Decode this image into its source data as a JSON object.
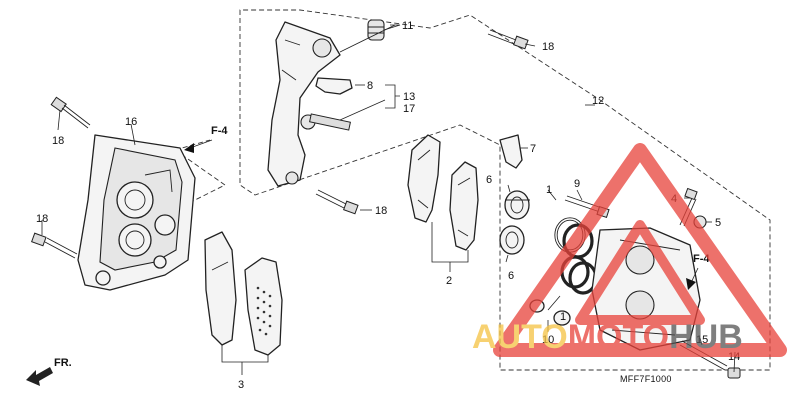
{
  "diagram": {
    "code": "MFF7F1000",
    "labels": {
      "n1a": "1",
      "n1b": "1",
      "n2": "2",
      "n3": "3",
      "n4": "4",
      "n5": "5",
      "n6a": "6",
      "n6b": "6",
      "n7": "7",
      "n8": "8",
      "n9": "9",
      "n10": "10",
      "n11": "11",
      "n12": "12",
      "n13": "13",
      "n14": "14",
      "n15": "15",
      "n16": "16",
      "n17": "17",
      "n18a": "18",
      "n18b": "18",
      "n18c": "18",
      "n18d": "18"
    },
    "ref_left": "F-4",
    "ref_right": "F-4",
    "front_arrow": "FR."
  },
  "watermark": {
    "brand_part1": "AUTO",
    "brand_part2": "MOTO",
    "brand_part3": "HUB",
    "colors": {
      "red": "#e8423a",
      "yellow": "#f5c242",
      "dark": "#555555"
    }
  }
}
